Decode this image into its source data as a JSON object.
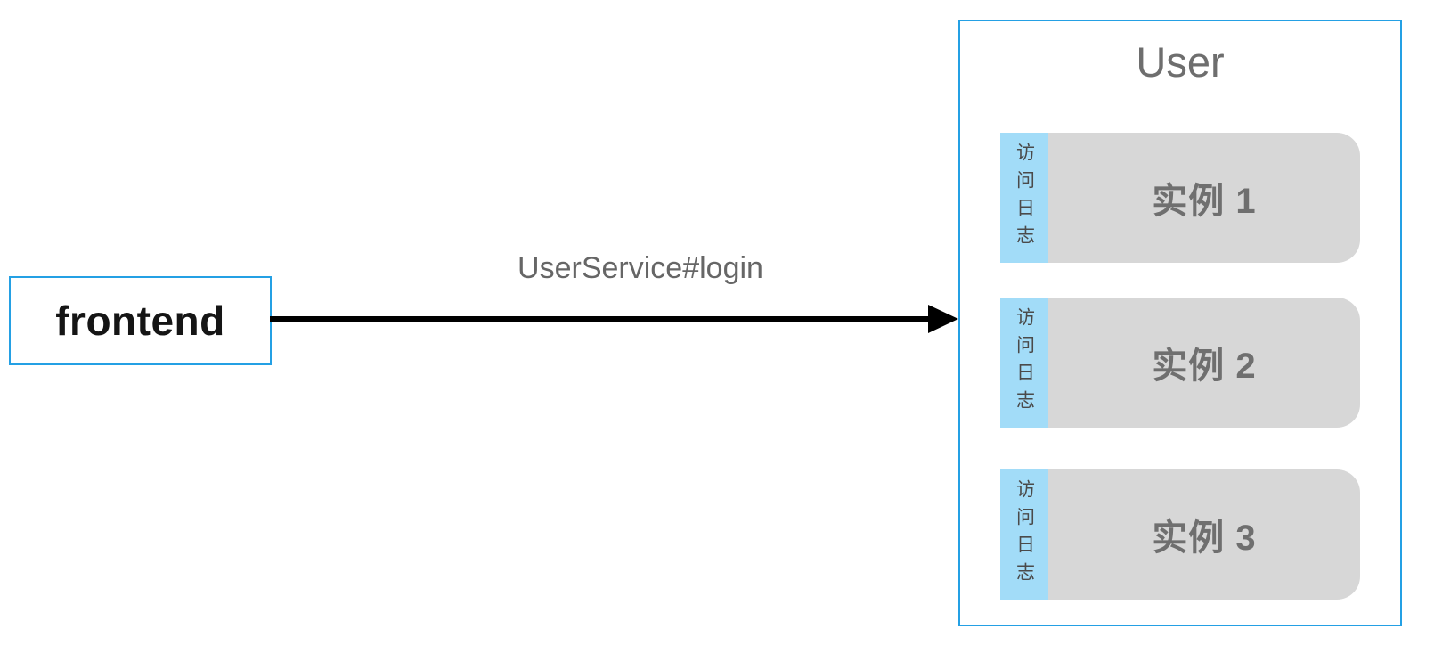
{
  "diagram": {
    "frontend": {
      "label": "frontend"
    },
    "arrow": {
      "label": "UserService#login"
    },
    "user_group": {
      "title": "User",
      "instances": [
        {
          "tab_label": "访问日志",
          "label": "实例 1"
        },
        {
          "tab_label": "访问日志",
          "label": "实例 2"
        },
        {
          "tab_label": "访问日志",
          "label": "实例 3"
        }
      ]
    },
    "colors": {
      "box_border_blue": "#24a0e4",
      "log_tab_blue": "#a2dcf8",
      "instance_gray": "#d7d7d7",
      "instance_text_gray": "#6f6f6f",
      "arrow_black": "#000000",
      "label_gray": "#666666"
    }
  }
}
